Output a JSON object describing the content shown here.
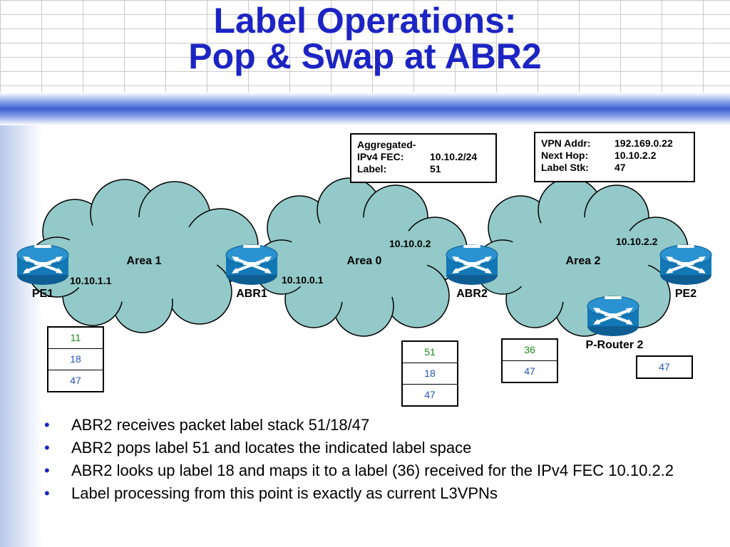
{
  "title": {
    "line1": "Label Operations:",
    "line2": "Pop & Swap at ABR2"
  },
  "areas": {
    "area1": "Area 1",
    "area0": "Area 0",
    "area2": "Area 2"
  },
  "routers": {
    "pe1": "PE1",
    "abr1": "ABR1",
    "abr2": "ABR2",
    "pe2": "PE2",
    "prouter2": "P-Router 2"
  },
  "addresses": {
    "pe1": "10.10.1.1",
    "abr1": "10.10.0.1",
    "abr2": "10.10.0.2",
    "pe2": "10.10.2.2"
  },
  "fec_box": {
    "heading": "Aggregated-",
    "rows": [
      {
        "key": "IPv4 FEC:",
        "value": "10.10.2/24"
      },
      {
        "key": "Label:",
        "value": "51"
      }
    ]
  },
  "vpn_box": {
    "rows": [
      {
        "key": "VPN Addr:",
        "value": "192.169.0.22"
      },
      {
        "key": "Next Hop:",
        "value": "10.10.2.2"
      },
      {
        "key": "Label Stk:",
        "value": "47"
      }
    ]
  },
  "stacks": {
    "pe1": [
      "11",
      "18",
      "47"
    ],
    "area0": [
      "51",
      "18",
      "47"
    ],
    "area2": [
      "36",
      "47"
    ],
    "pe2": [
      "47"
    ]
  },
  "colors": {
    "title": "#1d24c4",
    "cloud": "#93c9c8",
    "router": "#1378b6",
    "top_label": "#1a8a1a",
    "lower_label": "#2456b8"
  },
  "icons": {
    "router": "router-icon"
  },
  "bullets": [
    "ABR2 receives packet label stack 51/18/47",
    "ABR2 pops label 51 and locates the indicated label space",
    "ABR2 looks up label 18 and maps it to a label (36) received for the IPv4 FEC 10.10.2.2",
    "Label processing from this point is exactly as current L3VPNs"
  ]
}
